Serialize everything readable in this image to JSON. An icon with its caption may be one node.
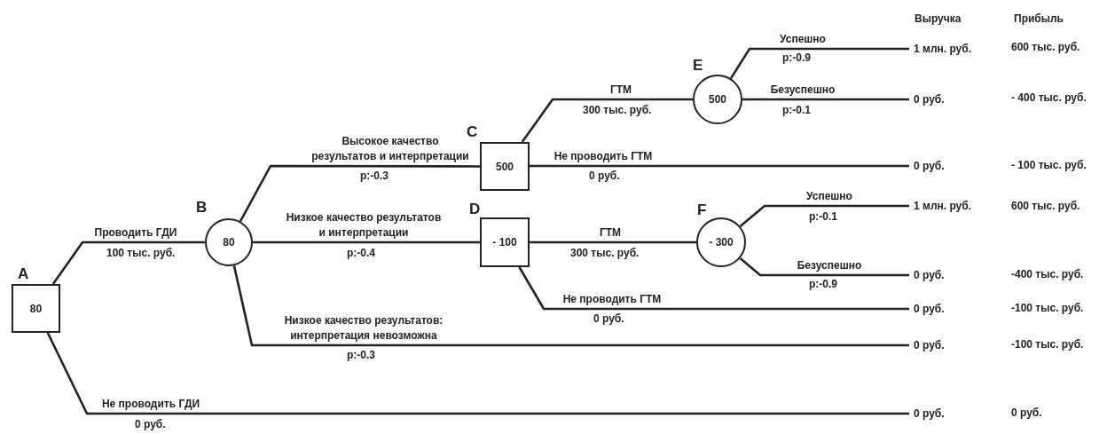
{
  "diagram": {
    "nodes": [
      {
        "text": [
          "A",
          "80"
        ]
      },
      {
        "text": [
          "B",
          "80"
        ]
      },
      {
        "text": [
          "C",
          "500"
        ]
      },
      {
        "text": [
          "D",
          "- 100"
        ]
      },
      {
        "text": [
          "E",
          "500"
        ]
      },
      {
        "text": [
          "F",
          "- 300"
        ]
      },
      {
        "text": [
          "1 млн. руб."
        ]
      },
      {
        "text": [
          "0 руб."
        ]
      },
      {
        "text": [
          "0 руб."
        ]
      },
      {
        "text": [
          "1 млн. руб."
        ]
      },
      {
        "text": [
          "0 руб."
        ]
      },
      {
        "text": [
          "0 руб."
        ]
      },
      {
        "text": [
          "0 руб."
        ]
      },
      {
        "text": [
          "0 руб."
        ]
      }
    ],
    "edges": [
      {
        "from": 0,
        "to": 1,
        "arrow": "none",
        "label": "Проводить ГДИ"
      },
      {
        "from": 0,
        "to": 13,
        "arrow": "none",
        "label": "Не проводить ГДИ"
      },
      {
        "from": 1,
        "to": 2,
        "arrow": "none",
        "label": "Высокое качество результатов и интерпретации"
      },
      {
        "from": 1,
        "to": 3,
        "arrow": "none",
        "label": "Низкое качество результатов и интерпретации"
      },
      {
        "from": 1,
        "to": 12,
        "arrow": "none",
        "label": "Низкое качество результатов: интерпретация невозможна"
      },
      {
        "from": 2,
        "to": 4,
        "arrow": "none",
        "label": "ГТМ"
      },
      {
        "from": 2,
        "to": 8,
        "arrow": "none",
        "label": "Не проводить ГТМ"
      },
      {
        "from": 4,
        "to": 6,
        "arrow": "none",
        "label": "Успешно"
      },
      {
        "from": 4,
        "to": 7,
        "arrow": "none",
        "label": "Безуспешно"
      },
      {
        "from": 3,
        "to": 5,
        "arrow": "none",
        "label": "ГТМ"
      },
      {
        "from": 3,
        "to": 11,
        "arrow": "none",
        "label": "Не проводить ГТМ"
      },
      {
        "from": 5,
        "to": 9,
        "arrow": "none",
        "label": "Успешно"
      },
      {
        "from": 5,
        "to": 10,
        "arrow": "none",
        "label": "Безуспешно"
      }
    ],
    "labels": [
      "Выручка",
      "Прибыль",
      "600 тыс. руб.",
      "p:-0.9",
      "- 400 тыс. руб.",
      "300 тыс. руб.",
      "p:-0.1",
      "- 100 тыс. руб.",
      "p:-0.3",
      "0 руб.",
      "600 тыс. руб.",
      "p:-0.1",
      "100 тыс. руб.",
      "p:-0.4",
      "300 тыс. руб.",
      "-400 тыс. руб.",
      "p:-0.9",
      "-100 тыс. руб.",
      "0 руб.",
      "-100 тыс. руб.",
      "p:-0.3",
      "0 руб.",
      "0 руб."
    ]
  }
}
